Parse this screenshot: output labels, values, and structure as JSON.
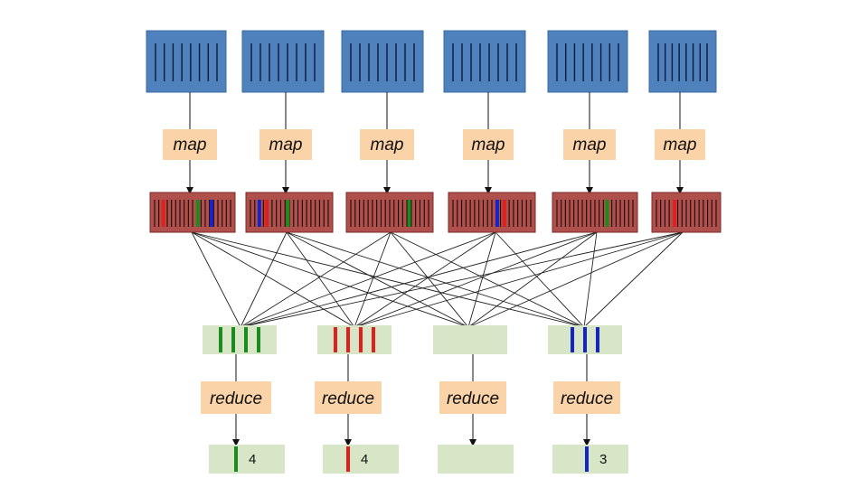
{
  "colors": {
    "input_block": "#4f81bd",
    "input_block_border": "#3a6aa3",
    "input_line": "#0a1a3a",
    "map_box": "#fbd3a8",
    "intermediate_block": "#b0504c",
    "intermediate_border": "#7a2a28",
    "intermediate_line": "#1a0808",
    "reduce_input": "#d8e6c8",
    "connector": "#222222",
    "green": "#1d8a1d",
    "red": "#e0201c",
    "blue": "#1424c8"
  },
  "map_label": "map",
  "reduce_label": "reduce",
  "outputs": [
    {
      "key": "green",
      "count": "4"
    },
    {
      "key": "red",
      "count": "4"
    },
    {
      "key": "none",
      "count": ""
    },
    {
      "key": "blue",
      "count": "3"
    }
  ],
  "reducer_groups": [
    {
      "key": "green",
      "bars": 4
    },
    {
      "key": "red",
      "bars": 4
    },
    {
      "key": "none",
      "bars": 0
    },
    {
      "key": "blue",
      "bars": 3
    }
  ]
}
